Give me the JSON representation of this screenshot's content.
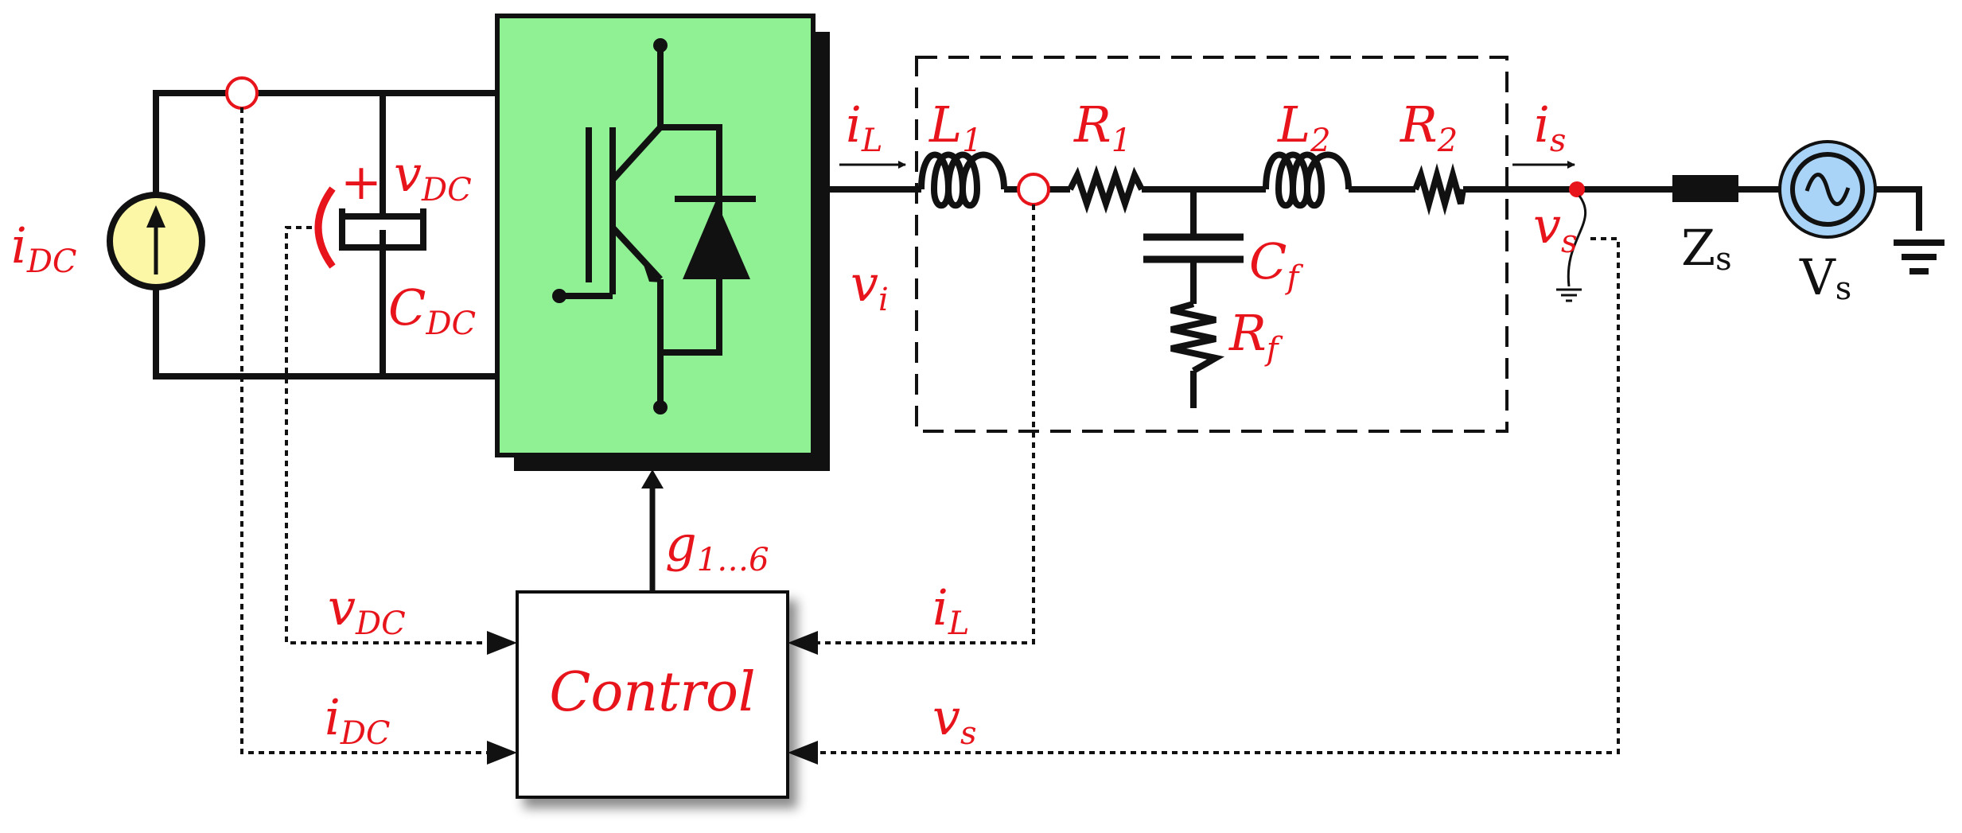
{
  "colors": {
    "label": "#e8141c",
    "wire": "#111111",
    "inverter_fill": "#8ff094",
    "dc_source_fill": "#fbf7a6",
    "ac_source_fill": "#a9d4f7"
  },
  "labels": {
    "i_dc_source": {
      "main": "i",
      "sub": "DC"
    },
    "v_dc_cap": {
      "main": "v",
      "sub": "DC"
    },
    "c_dc": {
      "main": "C",
      "sub": "DC"
    },
    "plus": "+",
    "i_l": {
      "main": "i",
      "sub": "L"
    },
    "v_i": {
      "main": "v",
      "sub": "i"
    },
    "l1": {
      "main": "L",
      "sub": "1"
    },
    "r1": {
      "main": "R",
      "sub": "1"
    },
    "l2": {
      "main": "L",
      "sub": "2"
    },
    "r2": {
      "main": "R",
      "sub": "2"
    },
    "c_f": {
      "main": "C",
      "sub": "f"
    },
    "r_f": {
      "main": "R",
      "sub": "f"
    },
    "i_s": {
      "main": "i",
      "sub": "s"
    },
    "v_s": {
      "main": "v",
      "sub": "s"
    },
    "z_s": {
      "main": "Z",
      "sub": "s"
    },
    "v_s_source": {
      "main": "V",
      "sub": "s"
    },
    "gate": {
      "main": "g",
      "sub": "1…6"
    },
    "ctrl_v_dc": {
      "main": "v",
      "sub": "DC"
    },
    "ctrl_i_dc": {
      "main": "i",
      "sub": "DC"
    },
    "ctrl_i_l": {
      "main": "i",
      "sub": "L"
    },
    "ctrl_v_s": {
      "main": "v",
      "sub": "s"
    },
    "control": "Control"
  }
}
